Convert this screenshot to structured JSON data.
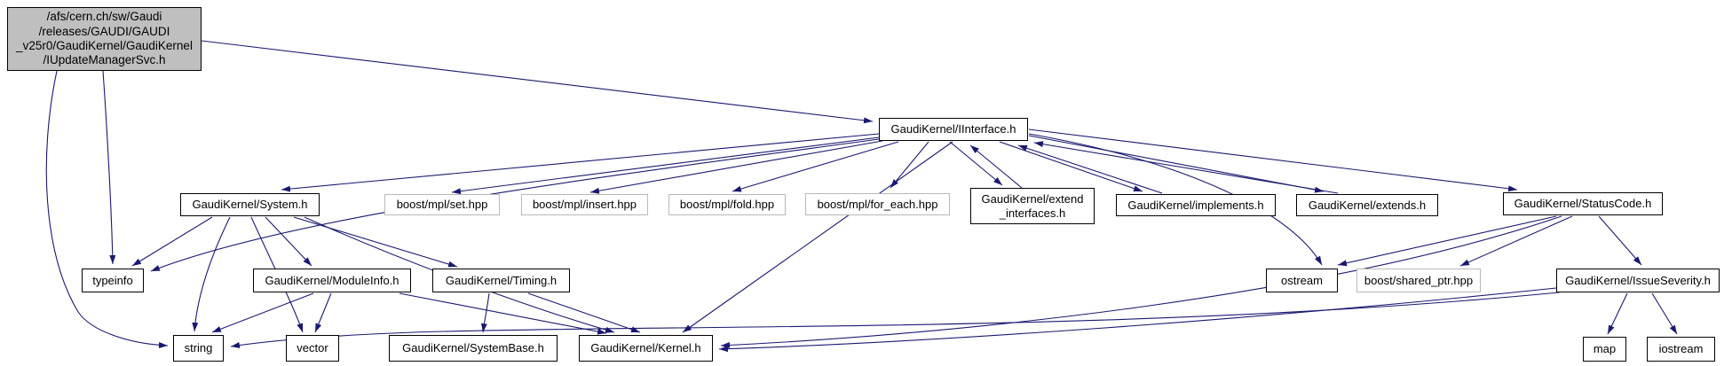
{
  "diagram": {
    "type": "include-dependency-graph",
    "edge_color": "#191970",
    "node_border_color": "#000000",
    "external_border_color": "#b9b9b9",
    "root_fill_color": "#bfbfbf",
    "nodes": {
      "root": {
        "label": "/afs/cern.ch/sw/Gaudi\n/releases/GAUDI/GAUDI\n_v25r0/GaudiKernel/GaudiKernel\n/IUpdateManagerSvc.h"
      },
      "iinterface": {
        "label": "GaudiKernel/IInterface.h"
      },
      "system": {
        "label": "GaudiKernel/System.h"
      },
      "mpl_set": {
        "label": "boost/mpl/set.hpp"
      },
      "mpl_insert": {
        "label": "boost/mpl/insert.hpp"
      },
      "mpl_fold": {
        "label": "boost/mpl/fold.hpp"
      },
      "mpl_foreach": {
        "label": "boost/mpl/for_each.hpp"
      },
      "extend_interfaces": {
        "label": "GaudiKernel/extend\n_interfaces.h"
      },
      "implements": {
        "label": "GaudiKernel/implements.h"
      },
      "extends": {
        "label": "GaudiKernel/extends.h"
      },
      "statuscode": {
        "label": "GaudiKernel/StatusCode.h"
      },
      "typeinfo": {
        "label": "typeinfo"
      },
      "moduleinfo": {
        "label": "GaudiKernel/ModuleInfo.h"
      },
      "timing": {
        "label": "GaudiKernel/Timing.h"
      },
      "ostream": {
        "label": "ostream"
      },
      "shared_ptr": {
        "label": "boost/shared_ptr.hpp"
      },
      "issueseverity": {
        "label": "GaudiKernel/IssueSeverity.h"
      },
      "string": {
        "label": "string"
      },
      "vector": {
        "label": "vector"
      },
      "systembase": {
        "label": "GaudiKernel/SystemBase.h"
      },
      "kernel": {
        "label": "GaudiKernel/Kernel.h"
      },
      "map": {
        "label": "map"
      },
      "iostream": {
        "label": "iostream"
      }
    },
    "edges": [
      {
        "from": "root",
        "to": "iinterface"
      },
      {
        "from": "root",
        "to": "typeinfo"
      },
      {
        "from": "root",
        "to": "string"
      },
      {
        "from": "iinterface",
        "to": "system"
      },
      {
        "from": "iinterface",
        "to": "mpl_set"
      },
      {
        "from": "iinterface",
        "to": "mpl_insert"
      },
      {
        "from": "iinterface",
        "to": "mpl_fold"
      },
      {
        "from": "iinterface",
        "to": "mpl_foreach"
      },
      {
        "from": "iinterface",
        "to": "extend_interfaces"
      },
      {
        "from": "extend_interfaces",
        "to": "iinterface"
      },
      {
        "from": "iinterface",
        "to": "implements"
      },
      {
        "from": "implements",
        "to": "iinterface"
      },
      {
        "from": "iinterface",
        "to": "extends"
      },
      {
        "from": "extends",
        "to": "iinterface"
      },
      {
        "from": "iinterface",
        "to": "statuscode"
      },
      {
        "from": "iinterface",
        "to": "typeinfo"
      },
      {
        "from": "iinterface",
        "to": "ostream"
      },
      {
        "from": "iinterface",
        "to": "kernel"
      },
      {
        "from": "system",
        "to": "moduleinfo"
      },
      {
        "from": "system",
        "to": "timing"
      },
      {
        "from": "system",
        "to": "typeinfo"
      },
      {
        "from": "system",
        "to": "string"
      },
      {
        "from": "system",
        "to": "vector"
      },
      {
        "from": "system",
        "to": "kernel"
      },
      {
        "from": "moduleinfo",
        "to": "string"
      },
      {
        "from": "moduleinfo",
        "to": "vector"
      },
      {
        "from": "moduleinfo",
        "to": "kernel"
      },
      {
        "from": "timing",
        "to": "systembase"
      },
      {
        "from": "timing",
        "to": "kernel"
      },
      {
        "from": "statuscode",
        "to": "ostream"
      },
      {
        "from": "statuscode",
        "to": "shared_ptr"
      },
      {
        "from": "statuscode",
        "to": "kernel"
      },
      {
        "from": "statuscode",
        "to": "issueseverity"
      },
      {
        "from": "issueseverity",
        "to": "map"
      },
      {
        "from": "issueseverity",
        "to": "iostream"
      },
      {
        "from": "issueseverity",
        "to": "kernel"
      },
      {
        "from": "issueseverity",
        "to": "string"
      }
    ]
  }
}
